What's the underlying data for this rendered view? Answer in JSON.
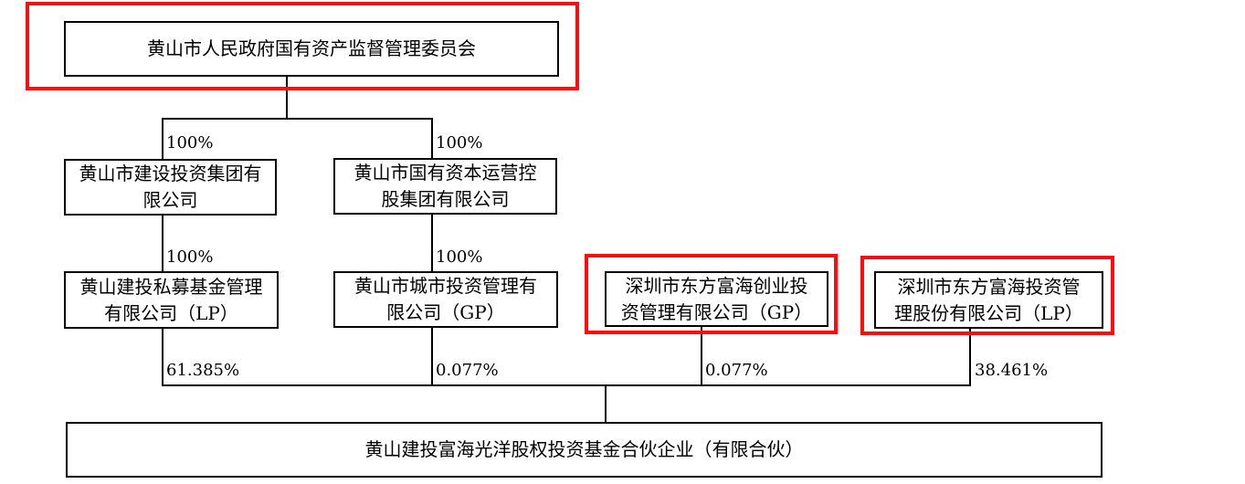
{
  "diagram": {
    "type": "equity-ownership-structure",
    "nodes": {
      "regulator": {
        "label": "黄山市人民政府国有资产监督管理委员会",
        "highlighted": true
      },
      "jianshe_group": {
        "label": "黄山市建设投资集团有\n限公司",
        "highlighted": false
      },
      "capital_group": {
        "label": "黄山市国有资本运营控\n股集团有限公司",
        "highlighted": false
      },
      "jiantou_simu": {
        "label": "黄山建投私募基金管理\n有限公司（LP）",
        "highlighted": false
      },
      "chengtou": {
        "label": "黄山市城市投资管理有\n限公司（GP）",
        "highlighted": false
      },
      "fuhai_gp": {
        "label": "深圳市东方富海创业投\n资管理有限公司（GP）",
        "highlighted": true
      },
      "fuhai_lp": {
        "label": "深圳市东方富海投资管\n理股份有限公司（LP）",
        "highlighted": true
      },
      "fund": {
        "label": "黄山建投富海光洋股权投资基金合伙企业（有限合伙）",
        "highlighted": false
      }
    },
    "edges": {
      "regulator_to_jianshe": {
        "pct": "100%"
      },
      "regulator_to_capital": {
        "pct": "100%"
      },
      "jianshe_to_simu": {
        "pct": "100%"
      },
      "capital_to_chengtou": {
        "pct": "100%"
      },
      "simu_to_fund": {
        "pct": "61.385%"
      },
      "chengtou_to_fund": {
        "pct": "0.077%"
      },
      "fuhai_gp_to_fund": {
        "pct": "0.077%"
      },
      "fuhai_lp_to_fund": {
        "pct": "38.461%"
      }
    },
    "colors": {
      "highlight_border": "#fd0d0d",
      "box_border": "#000000",
      "background": "#ffffff",
      "text": "#000000"
    }
  }
}
